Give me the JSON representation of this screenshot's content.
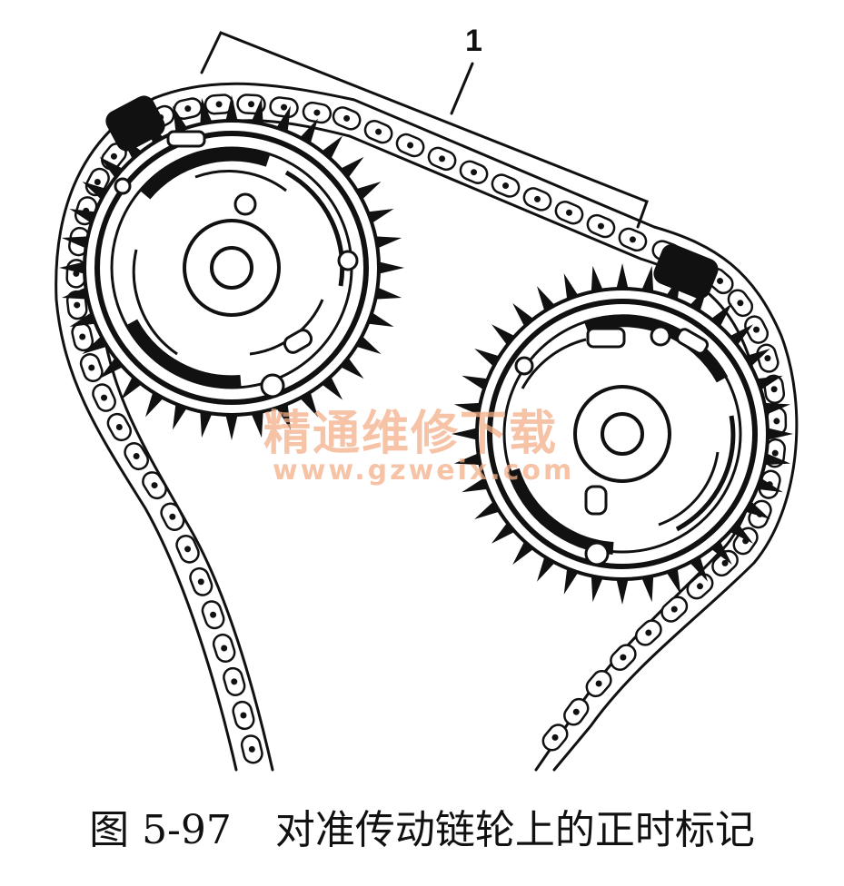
{
  "callout": {
    "label": "1"
  },
  "watermark": {
    "text": "精通维修下载",
    "url": "www.gzweix.com"
  },
  "caption": {
    "number": "图 5-97",
    "text": "对准传动链轮上的正时标记"
  },
  "colors": {
    "ink": "#111111",
    "watermark": "#f3b08a",
    "timing_mark": "#111111"
  }
}
